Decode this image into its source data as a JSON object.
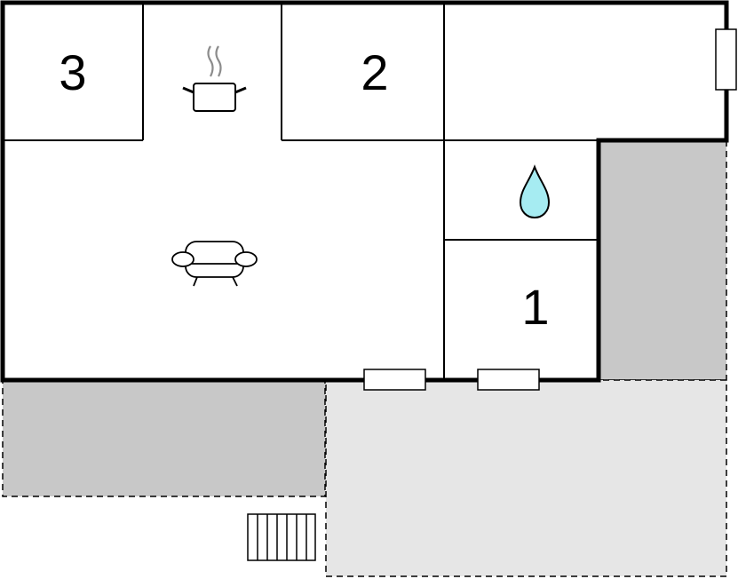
{
  "rooms": {
    "bedroom_3": {
      "label": "3"
    },
    "bedroom_2": {
      "label": "2"
    },
    "bedroom_1": {
      "label": "1"
    }
  },
  "icons": {
    "kitchen": "cooking-pot-icon",
    "bathroom": "water-drop-icon",
    "living": "sofa-icon",
    "stairs": "stairs-icon"
  },
  "colors": {
    "wall": "#000000",
    "floor": "#ffffff",
    "terrace_dark": "#c8c8c8",
    "terrace_light": "#e6e6e6",
    "water": "#a6ecf2",
    "steam": "#8c8c8c"
  }
}
